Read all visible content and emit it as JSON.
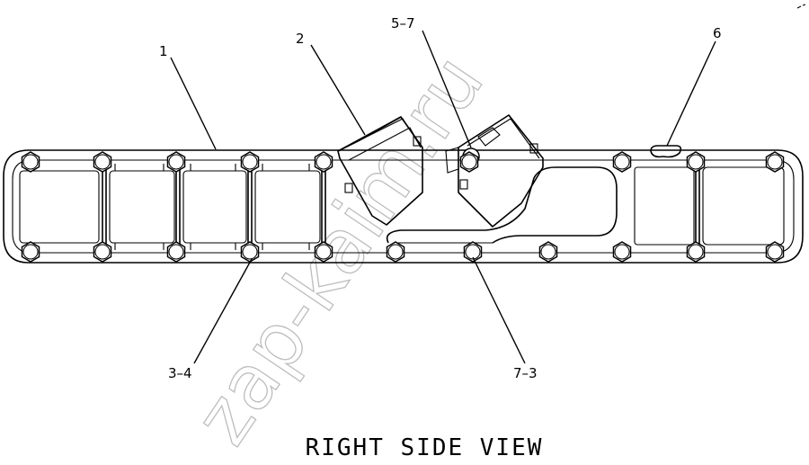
{
  "callouts": {
    "c1": "1",
    "c2": "2",
    "c5_7": "5–7",
    "c6": "6",
    "c3_4": "3–4",
    "c7_3": "7–3"
  },
  "view_title": "RIGHT SIDE VIEW",
  "watermark": "zap-kaim.ru"
}
